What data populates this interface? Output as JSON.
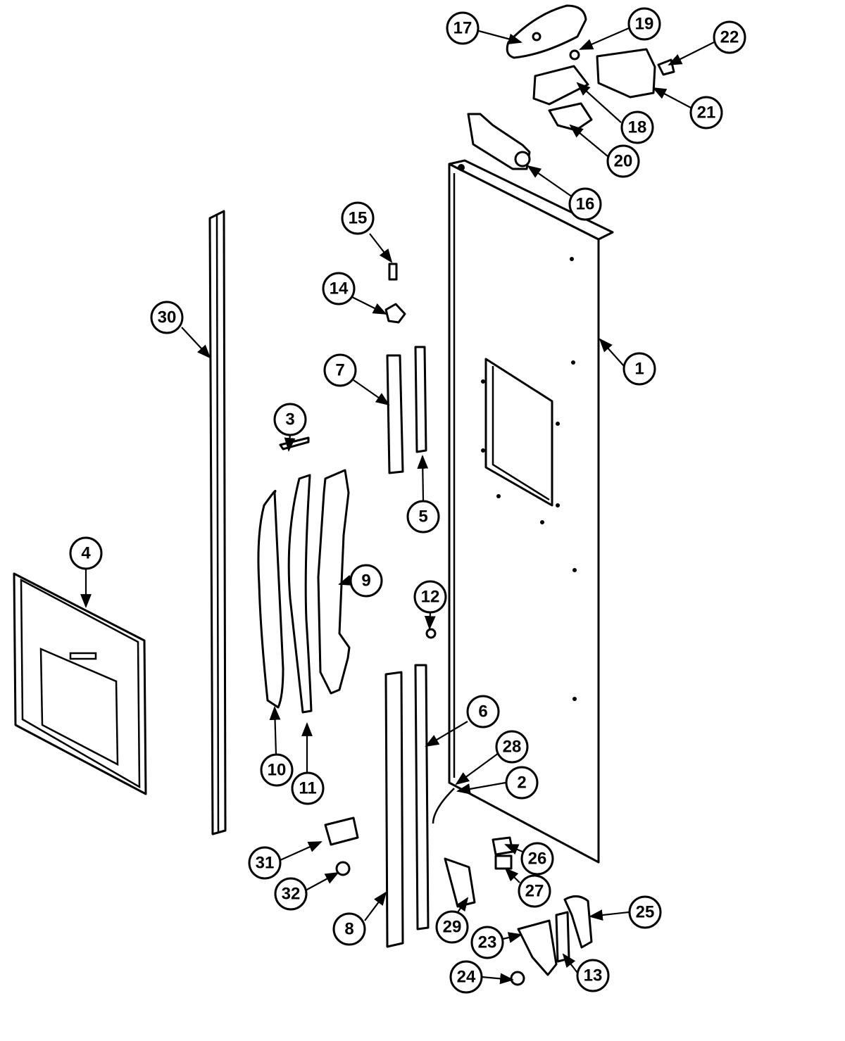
{
  "callouts": [
    {
      "label": "1"
    },
    {
      "label": "2"
    },
    {
      "label": "3"
    },
    {
      "label": "4"
    },
    {
      "label": "5"
    },
    {
      "label": "6"
    },
    {
      "label": "7"
    },
    {
      "label": "8"
    },
    {
      "label": "9"
    },
    {
      "label": "10"
    },
    {
      "label": "11"
    },
    {
      "label": "12"
    },
    {
      "label": "13"
    },
    {
      "label": "14"
    },
    {
      "label": "15"
    },
    {
      "label": "16"
    },
    {
      "label": "17"
    },
    {
      "label": "18"
    },
    {
      "label": "19"
    },
    {
      "label": "20"
    },
    {
      "label": "21"
    },
    {
      "label": "22"
    },
    {
      "label": "23"
    },
    {
      "label": "24"
    },
    {
      "label": "25"
    },
    {
      "label": "26"
    },
    {
      "label": "27"
    },
    {
      "label": "28"
    },
    {
      "label": "29"
    },
    {
      "label": "30"
    },
    {
      "label": "31"
    },
    {
      "label": "32"
    }
  ]
}
